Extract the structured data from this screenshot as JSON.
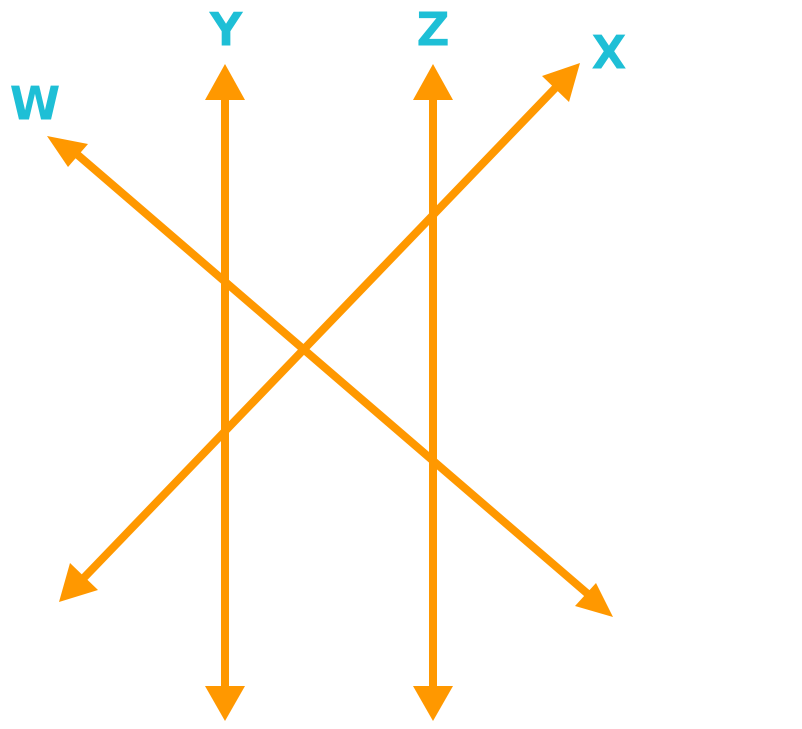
{
  "diagram": {
    "line_color": "#FF9800",
    "label_color": "#1EBFD6",
    "lines": [
      {
        "id": "W",
        "label": "W",
        "orientation": "diagonal-down-right"
      },
      {
        "id": "Y",
        "label": "Y",
        "orientation": "vertical"
      },
      {
        "id": "Z",
        "label": "Z",
        "orientation": "vertical"
      },
      {
        "id": "X",
        "label": "X",
        "orientation": "diagonal-up-right"
      }
    ],
    "relationships": {
      "parallel": [
        [
          "Y",
          "Z"
        ]
      ],
      "intersecting": [
        [
          "W",
          "X"
        ],
        [
          "W",
          "Y"
        ],
        [
          "W",
          "Z"
        ],
        [
          "X",
          "Y"
        ],
        [
          "X",
          "Z"
        ]
      ]
    }
  }
}
